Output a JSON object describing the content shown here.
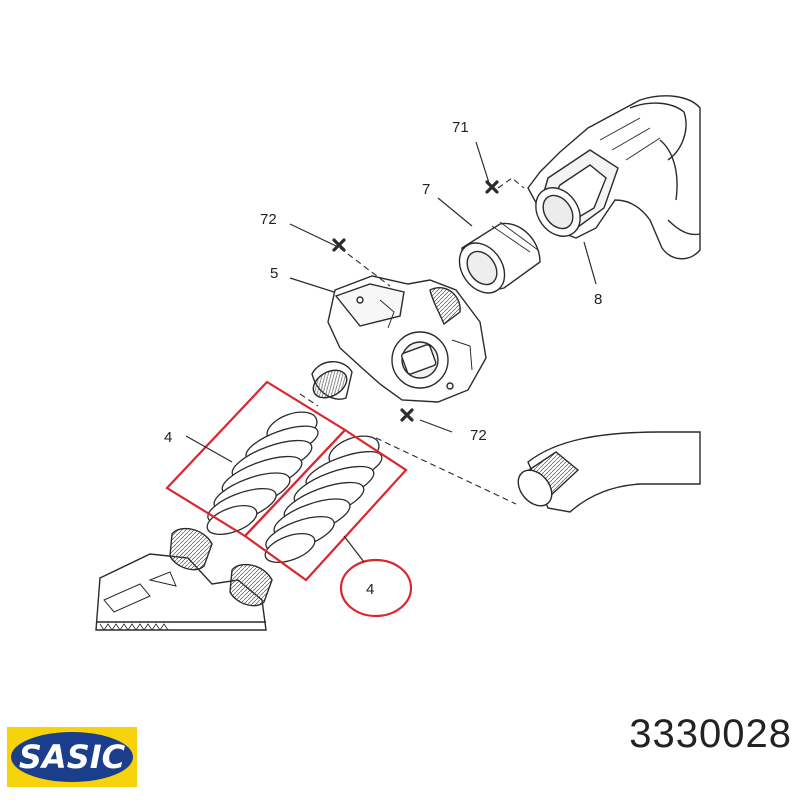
{
  "diagram": {
    "callouts": {
      "c71": "71",
      "c7": "7",
      "c72_top": "72",
      "c5": "5",
      "c8": "8",
      "c4_left": "4",
      "c72_right": "72",
      "c4_circled": "4"
    },
    "highlight_color": "#d9272e",
    "line_color": "#2b2b2b"
  },
  "branding": {
    "logo_text": "SASIC",
    "logo_colors": {
      "yellow": "#f5d20a",
      "blue": "#1a3e8c"
    },
    "part_number": "3330028"
  }
}
